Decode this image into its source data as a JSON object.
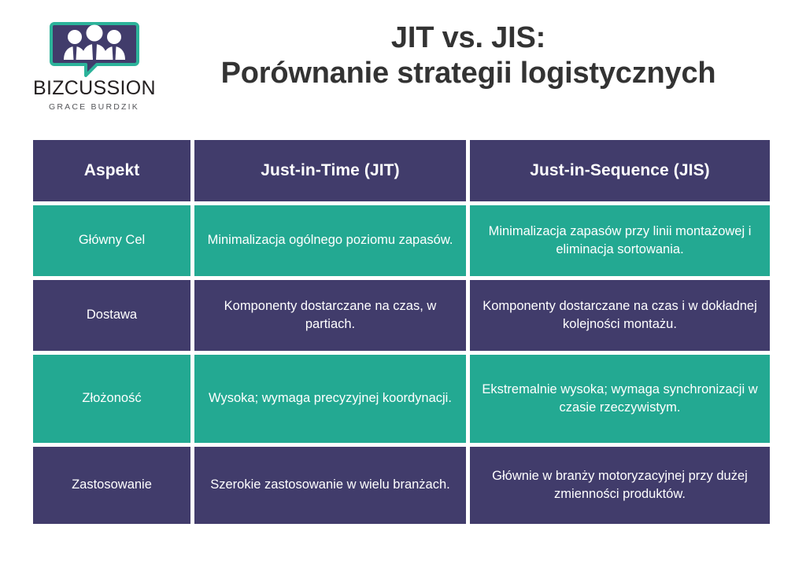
{
  "brand": {
    "logo_icon": "speech-bubble-three-people-icon",
    "name": "BIZCUSSION",
    "tagline": "GRACE BURDZIK",
    "colors": {
      "bubble_outline": "#2CB39A",
      "bubble_fill": "#413C6B"
    }
  },
  "header": {
    "title_line1": "JIT vs. JIS:",
    "title_line2": "Porównanie strategii logistycznych"
  },
  "colors": {
    "purple": "#413C6B",
    "teal": "#23A992",
    "text_on_fill": "#FFFFFF",
    "title_text": "#333333",
    "page_background": "#FFFFFF"
  },
  "table": {
    "columns": [
      "Aspekt",
      "Just-in-Time (JIT)",
      "Just-in-Sequence (JIS)"
    ],
    "rows": [
      {
        "style": "teal",
        "cells": [
          "Główny Cel",
          "Minimalizacja ogólnego poziomu zapasów.",
          "Minimalizacja zapasów przy linii montażowej i eliminacja sortowania."
        ]
      },
      {
        "style": "purple",
        "cells": [
          "Dostawa",
          "Komponenty dostarczane na czas, w partiach.",
          "Komponenty dostarczane na czas i w dokładnej kolejności montażu."
        ]
      },
      {
        "style": "teal",
        "cells": [
          "Złożoność",
          "Wysoka; wymaga precyzyjnej koordynacji.",
          "Ekstremalnie wysoka; wymaga synchronizacji w czasie rzeczywistym."
        ]
      },
      {
        "style": "purple",
        "cells": [
          "Zastosowanie",
          "Szerokie zastosowanie w wielu branżach.",
          "Głównie w branży motoryzacyjnej przy dużej zmienności produktów."
        ]
      }
    ]
  }
}
